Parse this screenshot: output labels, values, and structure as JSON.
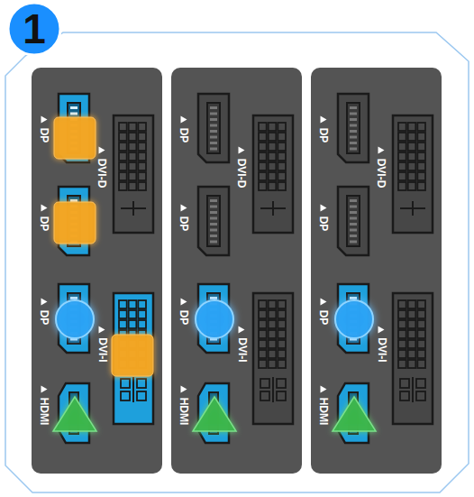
{
  "diagram": {
    "labels": [
      "1",
      "DP",
      "DVI-D",
      "DP",
      "DP",
      "DVI-I",
      "HDMI",
      "DP",
      "DVI-D",
      "DP",
      "DP",
      "DVI-I",
      "HDMI",
      "DP",
      "DVI-D",
      "DP",
      "DP",
      "DVI-I",
      "HDMI"
    ]
  }
}
